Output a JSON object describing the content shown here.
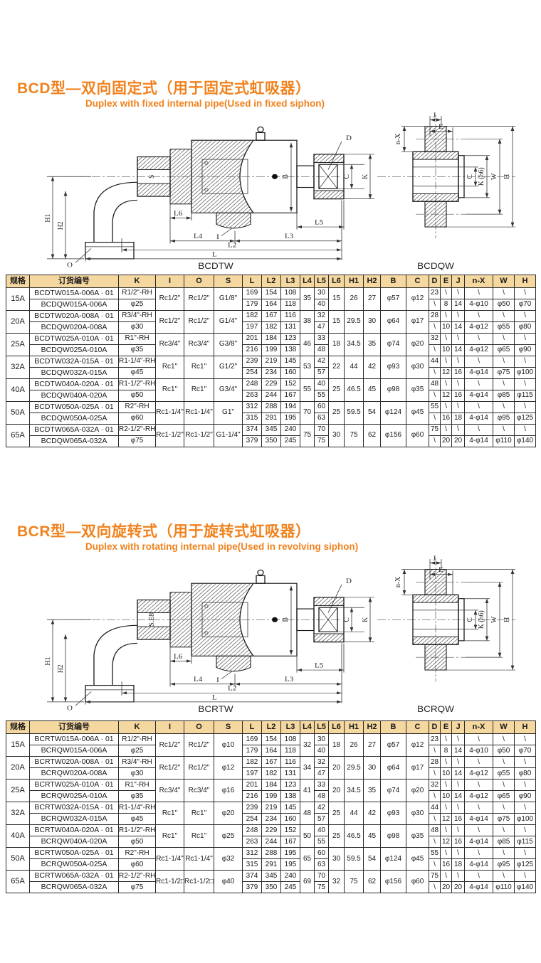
{
  "sections": [
    {
      "title_cn": "BCD型—双向固定式（用于固定式虹吸器）",
      "title_en": "Duplex with fixed internal pipe(Used in fixed siphon)",
      "drawing": {
        "caption_main": "BCDTW",
        "caption_flange": "BCDQW",
        "labels": {
          "H1": "H1",
          "H2": "H2",
          "O": "O",
          "S": "S",
          "I": "I",
          "D": "D",
          "B": "B",
          "C": "C",
          "K": "K",
          "L": "L",
          "L2": "L2",
          "L3": "L3",
          "L4": "L4",
          "L5": "L5",
          "L6": "L6",
          "J": "J",
          "E": "E",
          "nX": "n-X",
          "Kh6": "K (h6)",
          "W": "W",
          "H": "H"
        }
      },
      "table": {
        "headers": [
          "规格",
          "订货编号",
          "K",
          "I",
          "O",
          "S",
          "L",
          "L2",
          "L3",
          "L4",
          "L5",
          "L6",
          "H1",
          "H2",
          "B",
          "C",
          "D",
          "E",
          "J",
          "n-X",
          "W",
          "H"
        ],
        "rows": [
          {
            "spec": "15A",
            "tw": {
              "order": "BCDTW015A-006A · 01",
              "k": "R1/2\"-RH",
              "l": "169",
              "l2": "154",
              "l3": "108",
              "l5": "30",
              "d": "23",
              "e": "\\",
              "j": "\\",
              "nx": "\\",
              "w": "\\",
              "h": "\\"
            },
            "qw": {
              "order": "BCDQW015A-006A",
              "k": "φ25",
              "l": "179",
              "l2": "164",
              "l3": "118",
              "l5": "40",
              "d": "\\",
              "e": "8",
              "j": "14",
              "nx": "4-φ10",
              "w": "φ50",
              "h": "φ70"
            },
            "shared": {
              "i": "Rc1/2\"",
              "o": "Rc1/2\"",
              "s": "G1/8\"",
              "l4": "35",
              "l6": "15",
              "h1": "26",
              "h2": "27",
              "b": "φ57",
              "c": "φ12"
            }
          },
          {
            "spec": "20A",
            "tw": {
              "order": "BCDTW020A-008A · 01",
              "k": "R3/4\"-RH",
              "l": "182",
              "l2": "167",
              "l3": "116",
              "l5": "32",
              "d": "28",
              "e": "\\",
              "j": "\\",
              "nx": "\\",
              "w": "\\",
              "h": "\\"
            },
            "qw": {
              "order": "BCDQW020A-008A",
              "k": "φ30",
              "l": "197",
              "l2": "182",
              "l3": "131",
              "l5": "47",
              "d": "\\",
              "e": "10",
              "j": "14",
              "nx": "4-φ12",
              "w": "φ55",
              "h": "φ80"
            },
            "shared": {
              "i": "Rc1/2\"",
              "o": "Rc1/2\"",
              "s": "G1/4\"",
              "l4": "38",
              "l6": "15",
              "h1": "29.5",
              "h2": "30",
              "b": "φ64",
              "c": "φ17"
            }
          },
          {
            "spec": "25A",
            "tw": {
              "order": "BCDTW025A-010A · 01",
              "k": "R1\"-RH",
              "l": "201",
              "l2": "184",
              "l3": "123",
              "l5": "33",
              "d": "32",
              "e": "\\",
              "j": "\\",
              "nx": "\\",
              "w": "\\",
              "h": "\\"
            },
            "qw": {
              "order": "BCDQW025A-010A",
              "k": "φ35",
              "l": "216",
              "l2": "199",
              "l3": "138",
              "l5": "48",
              "d": "\\",
              "e": "10",
              "j": "14",
              "nx": "4-φ12",
              "w": "φ65",
              "h": "φ90"
            },
            "shared": {
              "i": "Rc3/4\"",
              "o": "Rc3/4\"",
              "s": "G3/8\"",
              "l4": "46",
              "l6": "18",
              "h1": "34.5",
              "h2": "35",
              "b": "φ74",
              "c": "φ20"
            }
          },
          {
            "spec": "32A",
            "tw": {
              "order": "BCDTW032A-015A · 01",
              "k": "R1-1/4\"-RH",
              "l": "239",
              "l2": "219",
              "l3": "145",
              "l5": "42",
              "d": "44",
              "e": "\\",
              "j": "\\",
              "nx": "\\",
              "w": "\\",
              "h": "\\"
            },
            "qw": {
              "order": "BCDQW032A-015A",
              "k": "φ45",
              "l": "254",
              "l2": "234",
              "l3": "160",
              "l5": "57",
              "d": "\\",
              "e": "12",
              "j": "16",
              "nx": "4-φ14",
              "w": "φ75",
              "h": "φ100"
            },
            "shared": {
              "i": "Rc1\"",
              "o": "Rc1\"",
              "s": "G1/2\"",
              "l4": "53",
              "l6": "22",
              "h1": "44",
              "h2": "42",
              "b": "φ93",
              "c": "φ30"
            }
          },
          {
            "spec": "40A",
            "tw": {
              "order": "BCDTW040A-020A · 01",
              "k": "R1-1/2\"-RH",
              "l": "248",
              "l2": "229",
              "l3": "152",
              "l5": "40",
              "d": "48",
              "e": "\\",
              "j": "\\",
              "nx": "\\",
              "w": "\\",
              "h": "\\"
            },
            "qw": {
              "order": "BCDQW040A-020A",
              "k": "φ50",
              "l": "263",
              "l2": "244",
              "l3": "167",
              "l5": "55",
              "d": "\\",
              "e": "12",
              "j": "16",
              "nx": "4-φ14",
              "w": "φ85",
              "h": "φ115"
            },
            "shared": {
              "i": "Rc1\"",
              "o": "Rc1\"",
              "s": "G3/4\"",
              "l4": "55",
              "l6": "25",
              "h1": "46.5",
              "h2": "45",
              "b": "φ98",
              "c": "φ35"
            }
          },
          {
            "spec": "50A",
            "tw": {
              "order": "BCDTW050A-025A · 01",
              "k": "R2\"-RH",
              "l": "312",
              "l2": "288",
              "l3": "194",
              "l5": "60",
              "d": "55",
              "e": "\\",
              "j": "\\",
              "nx": "\\",
              "w": "\\",
              "h": "\\"
            },
            "qw": {
              "order": "BCDQW050A-025A",
              "k": "φ60",
              "l": "315",
              "l2": "291",
              "l3": "195",
              "l5": "63",
              "d": "\\",
              "e": "16",
              "j": "18",
              "nx": "4-φ14",
              "w": "φ95",
              "h": "φ125"
            },
            "shared": {
              "i": "Rc1-1/4\"",
              "o": "Rc1-1/4\"",
              "s": "G1\"",
              "l4": "70",
              "l6": "25",
              "h1": "59.5",
              "h2": "54",
              "b": "φ124",
              "c": "φ45"
            }
          },
          {
            "spec": "65A",
            "tw": {
              "order": "BCDTW065A-032A · 01",
              "k": "R2-1/2\"-RH",
              "l": "374",
              "l2": "345",
              "l3": "240",
              "l5": "70",
              "d": "75",
              "e": "\\",
              "j": "\\",
              "nx": "\\",
              "w": "\\",
              "h": "\\"
            },
            "qw": {
              "order": "BCDQW065A-032A",
              "k": "φ75",
              "l": "379",
              "l2": "350",
              "l3": "245",
              "l5": "75",
              "d": "\\",
              "e": "20",
              "j": "20",
              "nx": "4-φ14",
              "w": "φ110",
              "h": "φ140"
            },
            "shared": {
              "i": "Rc1-1/2\"",
              "o": "Rc1-1/2\"",
              "s": "G1-1/4\"",
              "l4": "75",
              "l6": "30",
              "h1": "75",
              "h2": "62",
              "b": "φ156",
              "c": "φ60"
            }
          }
        ]
      }
    },
    {
      "title_cn": "BCR型—双向旋转式（用于旋转式虹吸器）",
      "title_en": "Duplex with rotating internal pipe(Used in revolving siphon)",
      "drawing": {
        "caption_main": "BCRTW",
        "caption_flange": "BCRQW",
        "labels": {
          "H1": "H1",
          "H2": "H2",
          "O": "O",
          "S": "S.E8",
          "I": "I",
          "D": "D",
          "B": "B",
          "C": "C",
          "K": "K",
          "L": "L",
          "L2": "L2",
          "L3": "L3",
          "L4": "L4",
          "L5": "L5",
          "L6": "L6",
          "J": "J",
          "E": "E",
          "nX": "n-X",
          "Kh6": "K (h6)",
          "W": "W",
          "H": "H"
        }
      },
      "table": {
        "headers": [
          "规格",
          "订货编号",
          "K",
          "I",
          "O",
          "S",
          "L",
          "L2",
          "L3",
          "L4",
          "L5",
          "L6",
          "H1",
          "H2",
          "B",
          "C",
          "D",
          "E",
          "J",
          "n-X",
          "W",
          "H"
        ],
        "rows": [
          {
            "spec": "15A",
            "tw": {
              "order": "BCRTW015A-006A · 01",
              "k": "R1/2\"-RH",
              "l": "169",
              "l2": "154",
              "l3": "108",
              "l5": "30",
              "d": "23",
              "e": "\\",
              "j": "\\",
              "nx": "\\",
              "w": "\\",
              "h": "\\"
            },
            "qw": {
              "order": "BCRQW015A-006A",
              "k": "φ25",
              "l": "179",
              "l2": "164",
              "l3": "118",
              "l5": "40",
              "d": "\\",
              "e": "8",
              "j": "14",
              "nx": "4-φ10",
              "w": "φ50",
              "h": "φ70"
            },
            "shared": {
              "i": "Rc1/2\"",
              "o": "Rc1/2\"",
              "s": "φ10",
              "l4": "32",
              "l6": "18",
              "h1": "26",
              "h2": "27",
              "b": "φ57",
              "c": "φ12"
            }
          },
          {
            "spec": "20A",
            "tw": {
              "order": "BCRTW020A-008A · 01",
              "k": "R3/4\"-RH",
              "l": "182",
              "l2": "167",
              "l3": "116",
              "l5": "32",
              "d": "28",
              "e": "\\",
              "j": "\\",
              "nx": "\\",
              "w": "\\",
              "h": "\\"
            },
            "qw": {
              "order": "BCRQW020A-008A",
              "k": "φ30",
              "l": "197",
              "l2": "182",
              "l3": "131",
              "l5": "47",
              "d": "\\",
              "e": "10",
              "j": "14",
              "nx": "4-φ12",
              "w": "φ55",
              "h": "φ80"
            },
            "shared": {
              "i": "Rc1/2\"",
              "o": "Rc1/2\"",
              "s": "φ12",
              "l4": "34",
              "l6": "20",
              "h1": "29.5",
              "h2": "30",
              "b": "φ64",
              "c": "φ17"
            }
          },
          {
            "spec": "25A",
            "tw": {
              "order": "BCRTW025A-010A · 01",
              "k": "R1\"-RH",
              "l": "201",
              "l2": "184",
              "l3": "123",
              "l5": "33",
              "d": "32",
              "e": "\\",
              "j": "\\",
              "nx": "\\",
              "w": "\\",
              "h": "\\"
            },
            "qw": {
              "order": "BCRQW025A-010A",
              "k": "φ35",
              "l": "216",
              "l2": "199",
              "l3": "138",
              "l5": "48",
              "d": "\\",
              "e": "10",
              "j": "14",
              "nx": "4-φ12",
              "w": "φ65",
              "h": "φ90"
            },
            "shared": {
              "i": "Rc3/4\"",
              "o": "Rc3/4\"",
              "s": "φ16",
              "l4": "41",
              "l6": "20",
              "h1": "34.5",
              "h2": "35",
              "b": "φ74",
              "c": "φ20"
            }
          },
          {
            "spec": "32A",
            "tw": {
              "order": "BCRTW032A-015A · 01",
              "k": "R1-1/4\"-RH",
              "l": "239",
              "l2": "219",
              "l3": "145",
              "l5": "42",
              "d": "44",
              "e": "\\",
              "j": "\\",
              "nx": "\\",
              "w": "\\",
              "h": "\\"
            },
            "qw": {
              "order": "BCRQW032A-015A",
              "k": "φ45",
              "l": "254",
              "l2": "234",
              "l3": "160",
              "l5": "57",
              "d": "\\",
              "e": "12",
              "j": "16",
              "nx": "4-φ14",
              "w": "φ75",
              "h": "φ100"
            },
            "shared": {
              "i": "Rc1\"",
              "o": "Rc1\"",
              "s": "φ20",
              "l4": "48",
              "l6": "25",
              "h1": "44",
              "h2": "42",
              "b": "φ93",
              "c": "φ30"
            }
          },
          {
            "spec": "40A",
            "tw": {
              "order": "BCRTW040A-020A · 01",
              "k": "R1-1/2\"-RH",
              "l": "248",
              "l2": "229",
              "l3": "152",
              "l5": "40",
              "d": "48",
              "e": "\\",
              "j": "\\",
              "nx": "\\",
              "w": "\\",
              "h": "\\"
            },
            "qw": {
              "order": "BCRQW040A-020A",
              "k": "φ50",
              "l": "263",
              "l2": "244",
              "l3": "167",
              "l5": "55",
              "d": "\\",
              "e": "12",
              "j": "16",
              "nx": "4-φ14",
              "w": "φ85",
              "h": "φ115"
            },
            "shared": {
              "i": "Rc1\"",
              "o": "Rc1\"",
              "s": "φ25",
              "l4": "50",
              "l6": "25",
              "h1": "46.5",
              "h2": "45",
              "b": "φ98",
              "c": "φ35"
            }
          },
          {
            "spec": "50A",
            "tw": {
              "order": "BCRTW050A-025A · 01",
              "k": "R2\"-RH",
              "l": "312",
              "l2": "288",
              "l3": "195",
              "l5": "60",
              "d": "55",
              "e": "\\",
              "j": "\\",
              "nx": "\\",
              "w": "\\",
              "h": "\\"
            },
            "qw": {
              "order": "BCRQW050A-025A",
              "k": "φ60",
              "l": "315",
              "l2": "291",
              "l3": "195",
              "l5": "63",
              "d": "\\",
              "e": "16",
              "j": "18",
              "nx": "4-φ14",
              "w": "φ95",
              "h": "φ125"
            },
            "shared": {
              "i": "Rc1-1/4\"",
              "o": "Rc1-1/4\"",
              "s": "φ32",
              "l4": "65",
              "l6": "30",
              "h1": "59.5",
              "h2": "54",
              "b": "φ124",
              "c": "φ45"
            }
          },
          {
            "spec": "65A",
            "tw": {
              "order": "BCRTW065A-032A · 01",
              "k": "R2-1/2\"-RH",
              "l": "374",
              "l2": "345",
              "l3": "240",
              "l5": "70",
              "d": "75",
              "e": "\\",
              "j": "\\",
              "nx": "\\",
              "w": "\\",
              "h": "\\"
            },
            "qw": {
              "order": "BCRQW065A-032A",
              "k": "φ75",
              "l": "379",
              "l2": "350",
              "l3": "245",
              "l5": "75",
              "d": "\\",
              "e": "20",
              "j": "20",
              "nx": "4-φ14",
              "w": "φ110",
              "h": "φ140"
            },
            "shared": {
              "i": "Rc1-1/2□",
              "o": "Rc1-1/2□",
              "s": "φ40",
              "l4": "69",
              "l6": "32",
              "h1": "75",
              "h2": "62",
              "b": "φ156",
              "c": "φ60"
            }
          }
        ]
      }
    }
  ]
}
